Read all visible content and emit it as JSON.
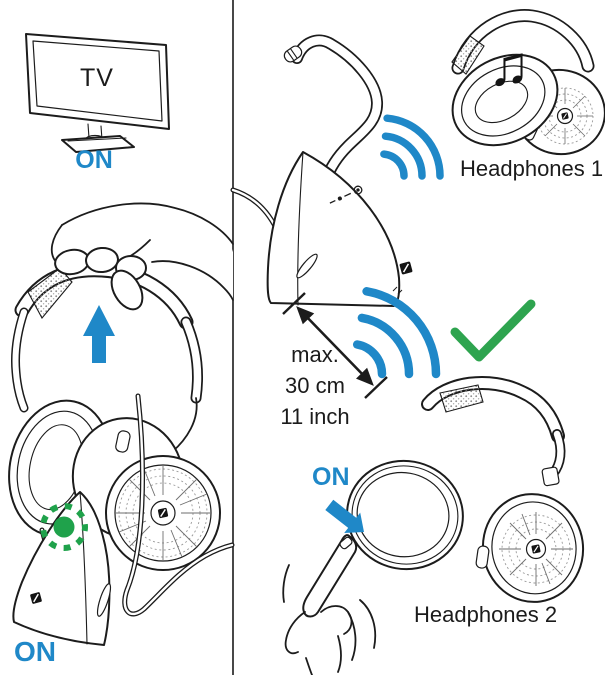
{
  "left_panel": {
    "tv": {
      "screen_label": "TV",
      "status_label": "ON"
    },
    "dock": {
      "status_label": "ON"
    },
    "icons": {
      "lift_arrow": "arrow-up-icon",
      "led_indicator": "green-blinking-led-icon"
    }
  },
  "right_panel": {
    "headphones1": {
      "label": "Headphones 1"
    },
    "headphones2": {
      "label": "Headphones 2",
      "power_label": "ON"
    },
    "distance_note": {
      "line1": "max.",
      "line2": "30 cm",
      "line3": "11 inch"
    },
    "music_note_glyph": "♫",
    "icons": {
      "signal_waves": "signal-waves-icon",
      "range_arrow": "double-headed-arrow-icon",
      "check": "green-checkmark-icon",
      "power_arrow": "arrow-down-right-icon"
    }
  },
  "colors": {
    "accent_blue": "#1f88c8",
    "success_green": "#2ea44f",
    "led_green": "#1fa24b",
    "ink": "#1c1c1c"
  }
}
